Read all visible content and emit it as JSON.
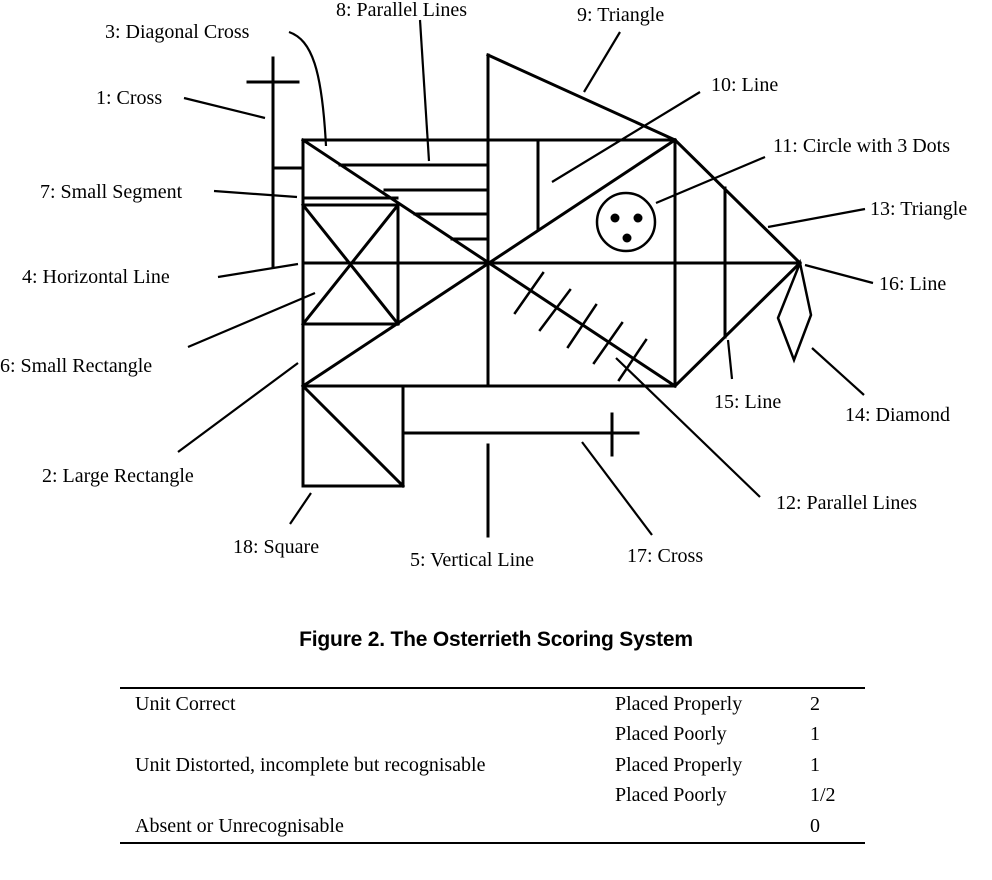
{
  "figure": {
    "title": "Rey-Osterrieth Complex Figure with scored units",
    "labels": [
      {
        "id": 1,
        "text": "1: Cross"
      },
      {
        "id": 2,
        "text": "2: Large Rectangle"
      },
      {
        "id": 3,
        "text": "3: Diagonal Cross"
      },
      {
        "id": 4,
        "text": "4: Horizontal Line"
      },
      {
        "id": 5,
        "text": "5: Vertical Line"
      },
      {
        "id": 6,
        "text": "6: Small Rectangle"
      },
      {
        "id": 7,
        "text": "7: Small Segment"
      },
      {
        "id": 8,
        "text": "8: Parallel Lines"
      },
      {
        "id": 9,
        "text": "9: Triangle"
      },
      {
        "id": 10,
        "text": "10: Line"
      },
      {
        "id": 11,
        "text": "11: Circle with 3 Dots"
      },
      {
        "id": 12,
        "text": "12: Parallel Lines"
      },
      {
        "id": 13,
        "text": "13: Triangle"
      },
      {
        "id": 14,
        "text": "14: Diamond"
      },
      {
        "id": 15,
        "text": "15: Line"
      },
      {
        "id": 16,
        "text": "16: Line"
      },
      {
        "id": 17,
        "text": "17: Cross"
      },
      {
        "id": 18,
        "text": "18: Square"
      }
    ]
  },
  "caption": "Figure 2. The Osterrieth Scoring System",
  "scoring_table": {
    "rows": [
      {
        "unit": "Unit Correct",
        "placement": "Placed Properly",
        "score": "2"
      },
      {
        "unit": "",
        "placement": "Placed Poorly",
        "score": "1"
      },
      {
        "unit": "Unit Distorted, incomplete but recognisable",
        "placement": "Placed Properly",
        "score": "1"
      },
      {
        "unit": "",
        "placement": "Placed Poorly",
        "score": "1/2"
      },
      {
        "unit": "Absent or Unrecognisable",
        "placement": "",
        "score": "0"
      }
    ]
  }
}
